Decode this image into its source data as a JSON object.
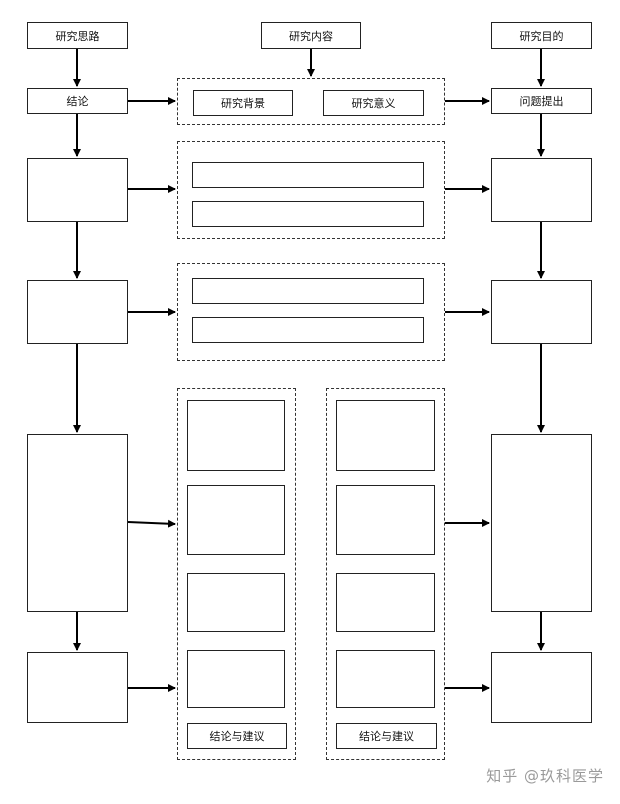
{
  "left_column": {
    "header": "研究思路",
    "row1": "结论"
  },
  "center": {
    "header": "研究内容",
    "background": "研究背景",
    "significance": "研究意义",
    "conclusion_a": "结论与建议",
    "conclusion_b": "结论与建议"
  },
  "right_column": {
    "header": "研究目的",
    "row1": "问题提出"
  },
  "watermark": "知乎 @玖科医学"
}
